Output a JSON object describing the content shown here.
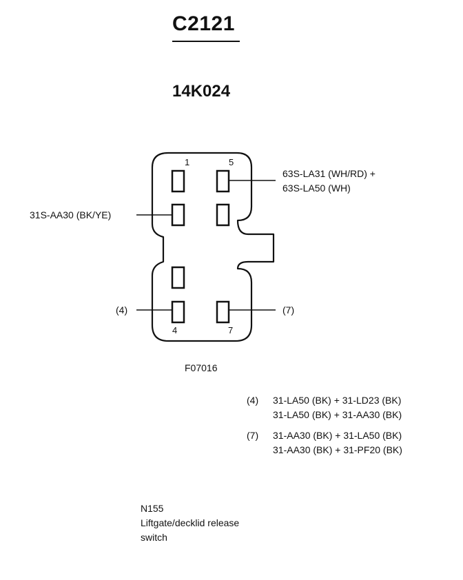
{
  "connector": {
    "id": "C2121",
    "part_number": "14K024",
    "figure_ref": "F07016"
  },
  "pins": {
    "pin1_number": "1",
    "pin5_number": "5",
    "pin4_number": "4",
    "pin7_number": "7"
  },
  "wire_labels": {
    "pin5_line1": "63S-LA31 (WH/RD) +",
    "pin5_line2": "63S-LA50 (WH)",
    "pin2_label": "31S-AA30 (BK/YE)",
    "pin4_ref": "(4)",
    "pin7_ref": "(7)"
  },
  "notes": {
    "n4_ref": "(4)",
    "n4_line1": "31-LA50 (BK) + 31-LD23 (BK)",
    "n4_line2": "31-LA50 (BK) + 31-AA30 (BK)",
    "n7_ref": "(7)",
    "n7_line1": "31-AA30 (BK) + 31-LA50 (BK)",
    "n7_line2": "31-AA30 (BK) + 31-PF20 (BK)"
  },
  "component": {
    "code": "N155",
    "name_line1": "Liftgate/decklid release",
    "name_line2": "switch"
  },
  "colors": {
    "ink": "#111111",
    "background": "#ffffff"
  }
}
